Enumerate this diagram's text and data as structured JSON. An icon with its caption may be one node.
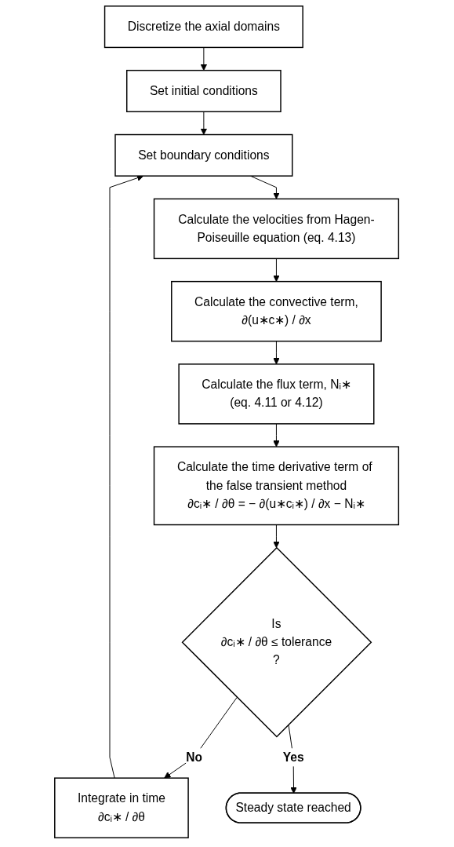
{
  "diagram": {
    "nodes": [
      {
        "text": [
          "Discretize the axial domains"
        ]
      },
      {
        "text": [
          "Set initial conditions"
        ]
      },
      {
        "text": [
          "Set boundary conditions"
        ]
      },
      {
        "text": [
          "Calculate the velocities from Hagen-Poiseuille equation (eq. 4.13)"
        ]
      },
      {
        "text": [
          "Calculate the convective term,",
          "∂(u∗c∗) / ∂x"
        ]
      },
      {
        "text": [
          "Calculate the flux term, Nᵢ∗",
          "(eq. 4.11 or 4.12)"
        ]
      },
      {
        "text": [
          "Calculate the time derivative term of the false transient method",
          "∂cᵢ∗ / ∂θ = − ∂(u∗cᵢ∗) / ∂x − Nᵢ∗"
        ]
      },
      {
        "text": [
          "Is",
          "∂cᵢ∗ / ∂θ ≤ tolerance",
          "?"
        ]
      },
      {
        "text": [
          "Integrate in time",
          "∂cᵢ∗ / ∂θ"
        ]
      },
      {
        "text": [
          "Steady state reached"
        ]
      }
    ],
    "edges": [
      {
        "from": 0,
        "to": 1,
        "arrow": "to"
      },
      {
        "from": 1,
        "to": 2,
        "arrow": "to"
      },
      {
        "from": 2,
        "to": 3,
        "arrow": "to"
      },
      {
        "from": 3,
        "to": 4,
        "arrow": "to"
      },
      {
        "from": 4,
        "to": 5,
        "arrow": "to"
      },
      {
        "from": 5,
        "to": 6,
        "arrow": "to"
      },
      {
        "from": 6,
        "to": 7,
        "arrow": "to"
      },
      {
        "from": 7,
        "to": 8,
        "arrow": "to",
        "label": "No"
      },
      {
        "from": 8,
        "to": 2,
        "arrow": "to"
      },
      {
        "from": 7,
        "to": 9,
        "arrow": "to",
        "label": "Yes"
      }
    ]
  }
}
